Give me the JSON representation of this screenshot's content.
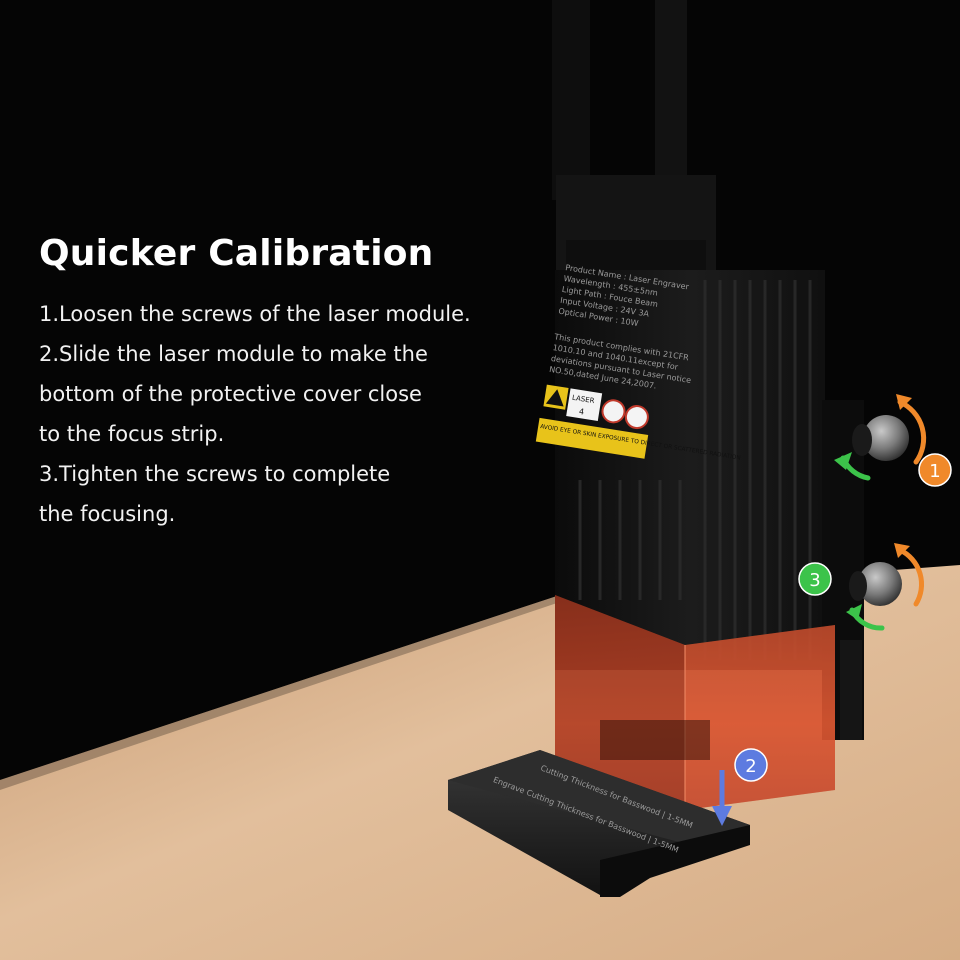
{
  "headline": "Quicker Calibration",
  "steps": [
    "1.Loosen the screws of the laser module.",
    "2.Slide the laser module to make the",
    "bottom of the protective cover close",
    "to the focus strip.",
    "3.Tighten the screws to complete",
    "the focusing."
  ],
  "badges": {
    "one": "1",
    "two": "2",
    "three": "3"
  },
  "product_label": {
    "lines": [
      "Product Name : Laser Engraver",
      "Wavelength : 455±5nm",
      "Light Path : Fouce Beam",
      "Input Voltage : 24V 3A",
      "Optical Power : 10W",
      "This product complies with 21CFR",
      "1010.10 and 1040.11except for",
      "deviations pursuant to Laser notice",
      "NO.50,dated June 24,2007."
    ],
    "warning": "LASER",
    "class_number": "4",
    "caution_strip": "AVOID EYE OR SKIN EXPOSURE TO DIRECT OR SCATTERED RADIATION"
  },
  "focus_strip_text": [
    "Cutting Thickness for Basswood | 1-5MM",
    "Engrave Cutting Thickness for Basswood | 1-5MM"
  ],
  "colors": {
    "background": "#050505",
    "desk": "#d9b48f",
    "orange_arrow": "#f0892a",
    "green_arrow": "#3cc34a",
    "blue_arrow": "#5d7be0",
    "acrylic": "#c8442a"
  }
}
